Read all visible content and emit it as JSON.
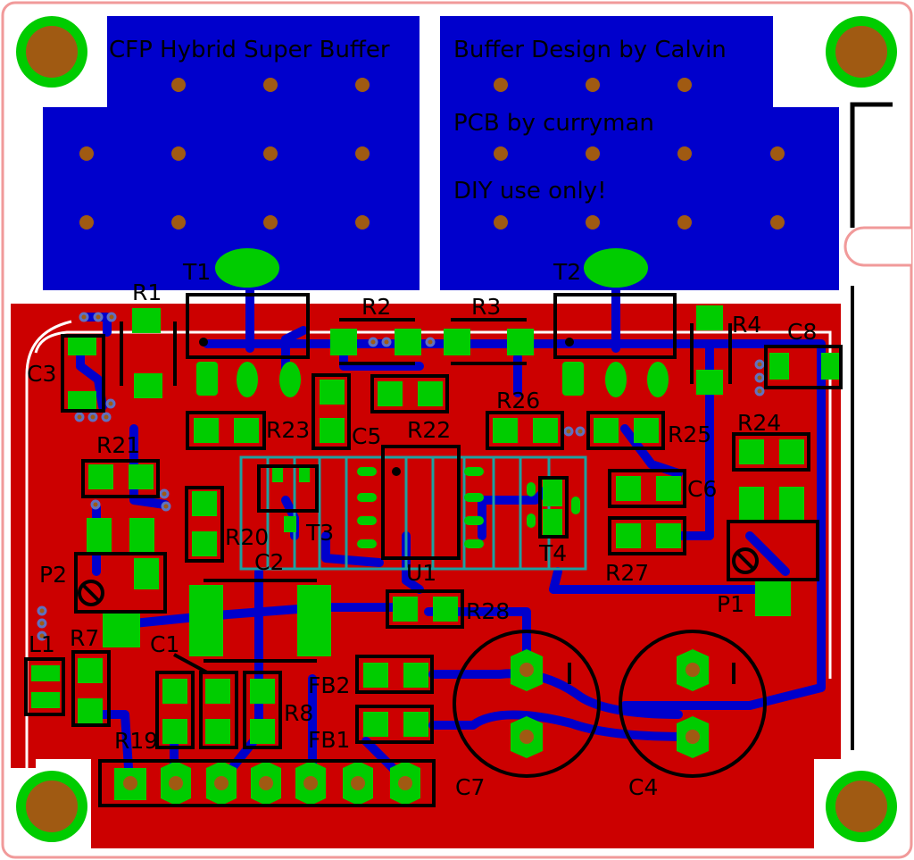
{
  "colors": {
    "background": "#ffffff",
    "outline": "#f19a9a",
    "copper_top": "#cc0000",
    "copper_bottom": "#0000cc",
    "pad": "#00cc00",
    "drill": "#a05a12",
    "silkscreen": "#000000",
    "ic_outline": "#1ea0a0"
  },
  "board_text": {
    "title": "CFP  Hybrid Super Buffer",
    "designer": "Buffer Design by Calvin",
    "pcb_credit": "PCB by curryman",
    "usage": "DIY use only!"
  },
  "components": {
    "T1": "T1",
    "T2": "T2",
    "T3": "T3",
    "T4": "T4",
    "R1": "R1",
    "R2": "R2",
    "R3": "R3",
    "R4": "R4",
    "R7": "R7",
    "R8": "R8",
    "R19": "R19",
    "R20": "R20",
    "R21": "R21",
    "R22": "R22",
    "R23": "R23",
    "R24": "R24",
    "R25": "R25",
    "R26": "R26",
    "R27": "R27",
    "R28": "R28",
    "C1": "C1",
    "C2": "C2",
    "C3": "C3",
    "C4": "C4",
    "C5": "C5",
    "C6": "C6",
    "C7": "C7",
    "C8": "C8",
    "U1": "U1",
    "P1": "P1",
    "P2": "P2",
    "L1": "L1",
    "FB1": "FB1",
    "FB2": "FB2"
  }
}
